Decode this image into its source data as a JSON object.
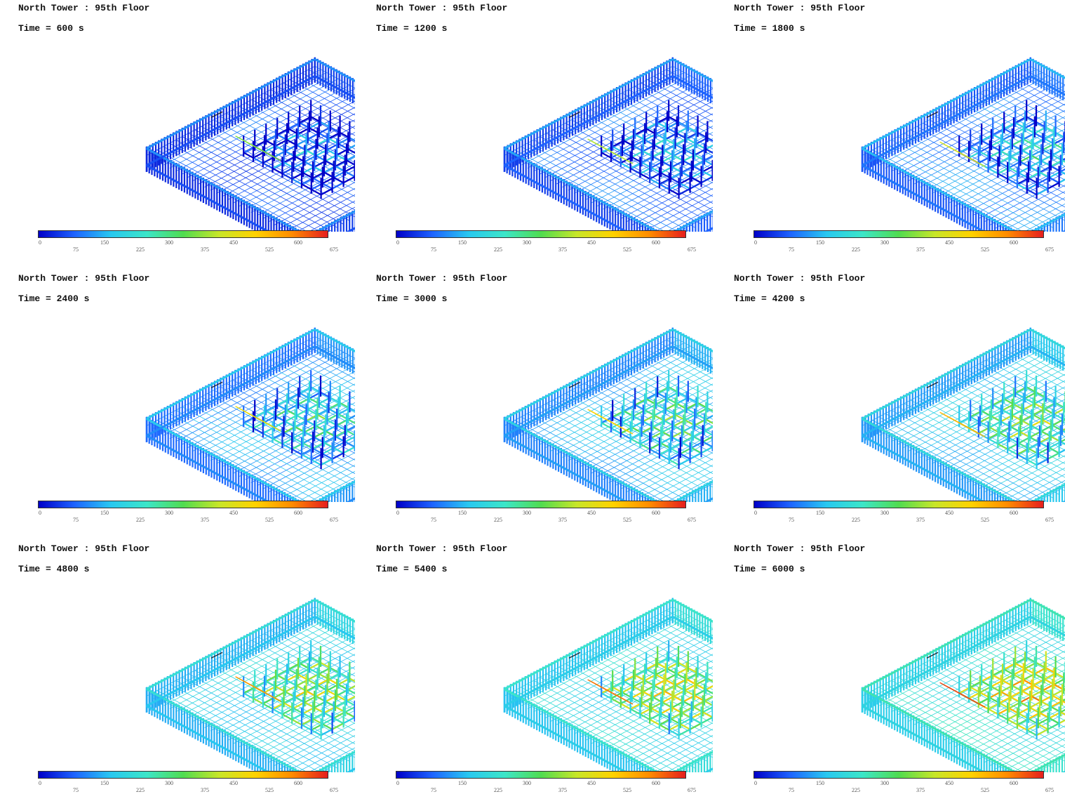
{
  "colorbar": {
    "ticks_upper": [
      "0",
      "150",
      "300",
      "450",
      "600"
    ],
    "ticks_lower": [
      "75",
      "225",
      "375",
      "525",
      "675"
    ],
    "min": 0,
    "max": 675,
    "colormap": [
      "#0000c8",
      "#1e64ff",
      "#28c8f0",
      "#3ce6c8",
      "#50dc50",
      "#c8e628",
      "#ffd200",
      "#ff8c00",
      "#e61e1e"
    ]
  },
  "panels": [
    {
      "tower": "North Tower",
      "sep": ":",
      "floor": "95th Floor",
      "time_label": "Time =",
      "time_value": "600",
      "time_unit": "s",
      "hot_stage": 0
    },
    {
      "tower": "North Tower",
      "sep": ":",
      "floor": "95th Floor",
      "time_label": "Time =",
      "time_value": "1200",
      "time_unit": "s",
      "hot_stage": 1
    },
    {
      "tower": "North Tower",
      "sep": ":",
      "floor": "95th Floor",
      "time_label": "Time =",
      "time_value": "1800",
      "time_unit": "s",
      "hot_stage": 2
    },
    {
      "tower": "North Tower",
      "sep": ":",
      "floor": "95th Floor",
      "time_label": "Time =",
      "time_value": "2400",
      "time_unit": "s",
      "hot_stage": 3
    },
    {
      "tower": "North Tower",
      "sep": ":",
      "floor": "95th Floor",
      "time_label": "Time =",
      "time_value": "3000",
      "time_unit": "s",
      "hot_stage": 4
    },
    {
      "tower": "North Tower",
      "sep": ":",
      "floor": "95th Floor",
      "time_label": "Time =",
      "time_value": "4200",
      "time_unit": "s",
      "hot_stage": 5
    },
    {
      "tower": "North Tower",
      "sep": ":",
      "floor": "95th Floor",
      "time_label": "Time =",
      "time_value": "4800",
      "time_unit": "s",
      "hot_stage": 6
    },
    {
      "tower": "North Tower",
      "sep": ":",
      "floor": "95th Floor",
      "time_label": "Time =",
      "time_value": "5400",
      "time_unit": "s",
      "hot_stage": 7
    },
    {
      "tower": "North Tower",
      "sep": ":",
      "floor": "95th Floor",
      "time_label": "Time =",
      "time_value": "6000",
      "time_unit": "s",
      "hot_stage": 8
    }
  ]
}
